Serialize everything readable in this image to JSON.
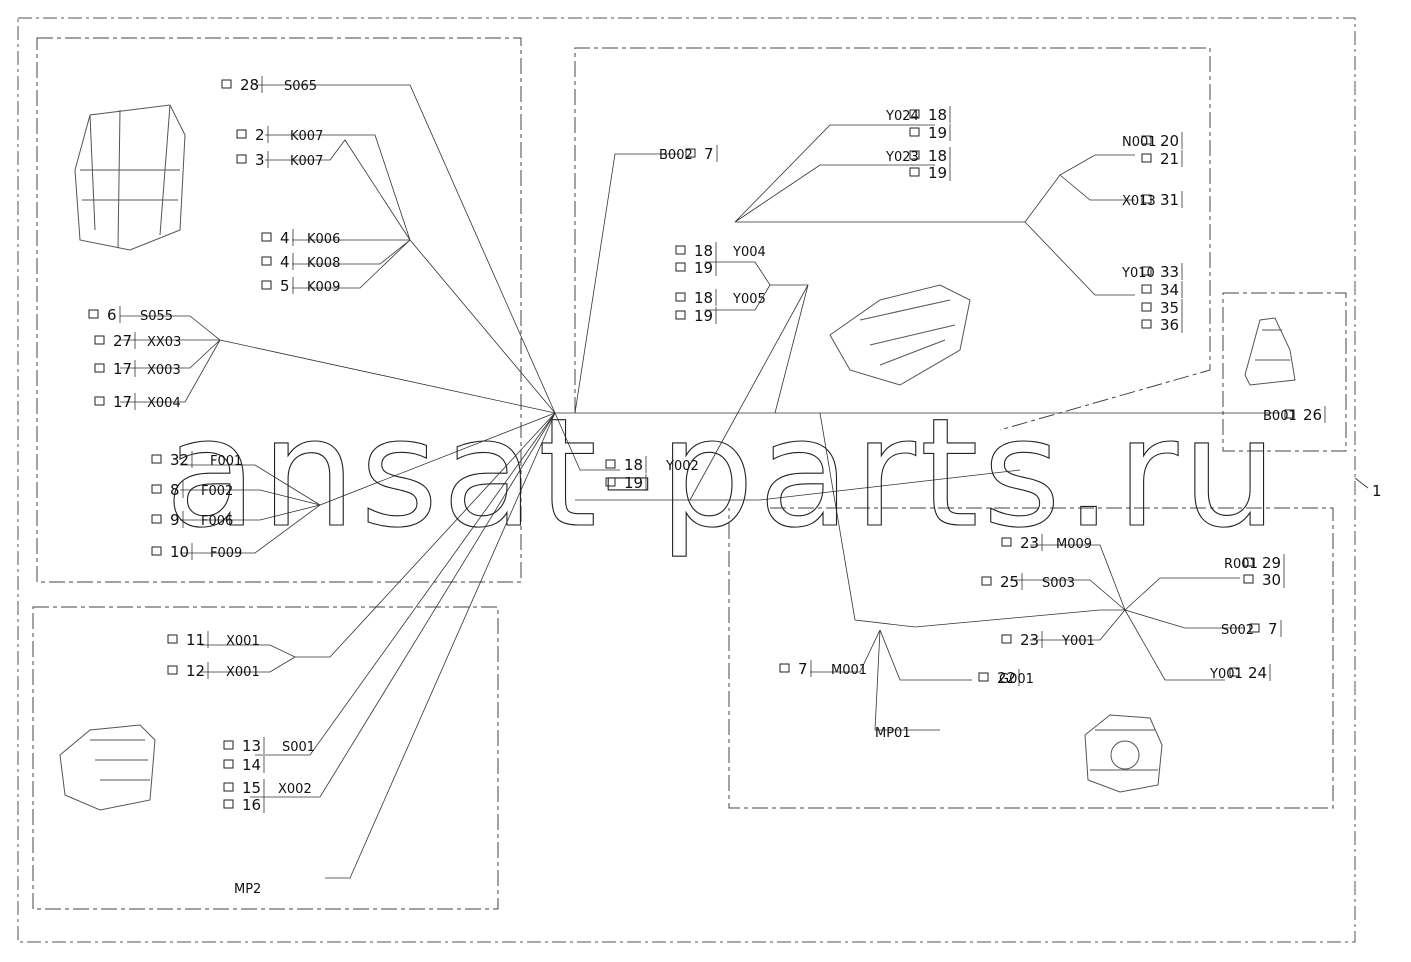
{
  "watermark": "ansat-parts.ru",
  "corner_note": "1",
  "groups": [
    {
      "id": "cab",
      "items": [
        {
          "num": "28",
          "code": "S065"
        },
        {
          "num": "2",
          "code": "K007"
        },
        {
          "num": "3",
          "code": "K007"
        },
        {
          "num": "4",
          "code": "K006"
        },
        {
          "num": "4",
          "code": "K008"
        },
        {
          "num": "5",
          "code": "K009"
        },
        {
          "num": "6",
          "code": "S055"
        },
        {
          "num": "27",
          "code": "XX03"
        },
        {
          "num": "17",
          "code": "X003"
        },
        {
          "num": "17",
          "code": "X004"
        },
        {
          "num": "32",
          "code": "F001"
        },
        {
          "num": "8",
          "code": "F002"
        },
        {
          "num": "9",
          "code": "F006"
        },
        {
          "num": "10",
          "code": "F009"
        }
      ]
    },
    {
      "id": "tank",
      "items": [
        {
          "num": "11",
          "code": "X001"
        },
        {
          "num": "12",
          "code": "X001"
        },
        {
          "num": "13",
          "code": "S001"
        },
        {
          "num": "14",
          "code": ""
        },
        {
          "num": "15",
          "code": "X002"
        },
        {
          "num": "16",
          "code": ""
        },
        {
          "num": "",
          "code": "MP2"
        }
      ]
    },
    {
      "id": "frame",
      "items": [
        {
          "num": "7",
          "code": "B002"
        },
        {
          "num": "18",
          "code": "Y024"
        },
        {
          "num": "19",
          "code": ""
        },
        {
          "num": "18",
          "code": "Y023"
        },
        {
          "num": "19",
          "code": ""
        },
        {
          "num": "20",
          "code": "N001"
        },
        {
          "num": "21",
          "code": ""
        },
        {
          "num": "31",
          "code": "X013"
        },
        {
          "num": "18",
          "code": "Y004"
        },
        {
          "num": "19",
          "code": ""
        },
        {
          "num": "18",
          "code": "Y005"
        },
        {
          "num": "19",
          "code": ""
        },
        {
          "num": "33",
          "code": "Y010"
        },
        {
          "num": "34",
          "code": ""
        },
        {
          "num": "35",
          "code": ""
        },
        {
          "num": "36",
          "code": ""
        },
        {
          "num": "18",
          "code": "Y002"
        },
        {
          "num": "19",
          "code": ""
        }
      ]
    },
    {
      "id": "bracket",
      "items": [
        {
          "num": "26",
          "code": "B001"
        }
      ]
    },
    {
      "id": "engine",
      "items": [
        {
          "num": "23",
          "code": "M009"
        },
        {
          "num": "25",
          "code": "S003"
        },
        {
          "num": "23",
          "code": "Y001"
        },
        {
          "num": "7",
          "code": "M001"
        },
        {
          "num": "22",
          "code": "G001"
        },
        {
          "num": "",
          "code": "MP01"
        },
        {
          "num": "29",
          "code": "R001"
        },
        {
          "num": "30",
          "code": ""
        },
        {
          "num": "7",
          "code": "S002"
        },
        {
          "num": "24",
          "code": "Y001"
        }
      ]
    }
  ]
}
